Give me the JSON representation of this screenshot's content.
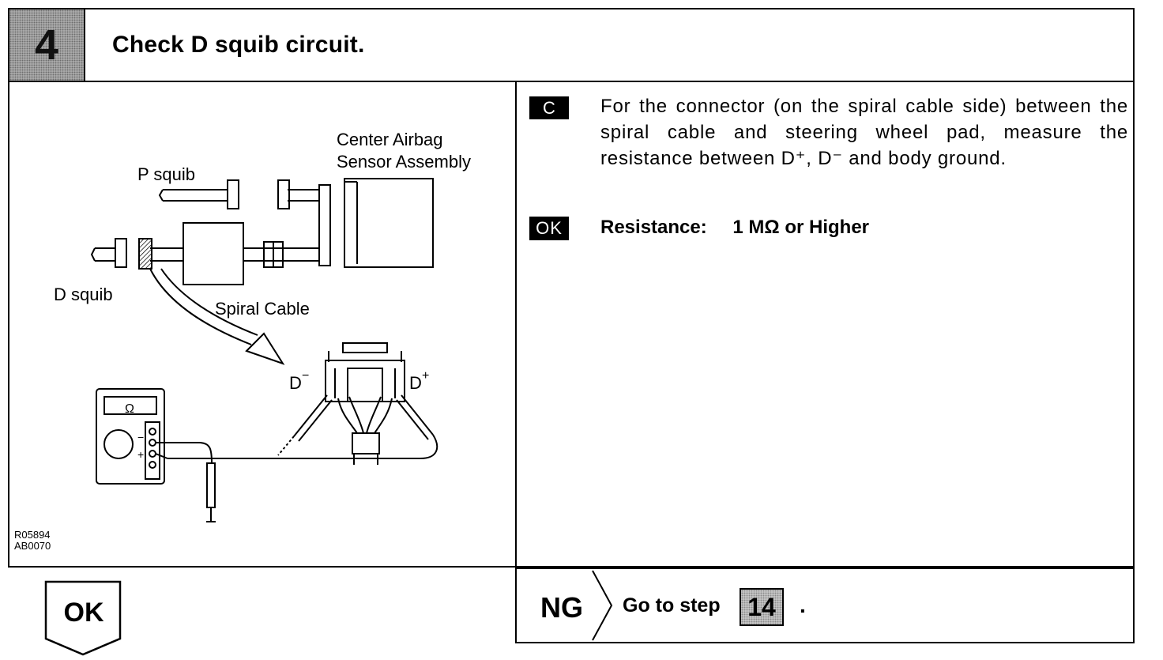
{
  "header": {
    "step_number": "4",
    "title": "Check D squib circuit."
  },
  "illustration": {
    "labels": {
      "center_airbag_line1": "Center Airbag",
      "center_airbag_line2": "Sensor Assembly",
      "p_squib": "P squib",
      "d_squib": "D squib",
      "spiral_cable": "Spiral Cable",
      "d_minus": "D",
      "d_plus": "D",
      "minus": "−",
      "plus": "+",
      "meter_unit": "Ω",
      "meter_minus": "−",
      "meter_plus": "+"
    },
    "ref_codes": [
      "R05894",
      "AB0070"
    ]
  },
  "instructions": {
    "tag_c": "C",
    "text": "For the connector (on the spiral cable side) between the spiral cable and steering wheel pad, measure the resistance between D⁺, D⁻ and body ground.",
    "tag_ok": "OK",
    "result_label": "Resistance:",
    "result_value": "1 MΩ or Higher"
  },
  "footer": {
    "ok_label": "OK",
    "ng_label": "NG",
    "ng_text": "Go to step",
    "ng_step": "14",
    "ng_period": "."
  }
}
